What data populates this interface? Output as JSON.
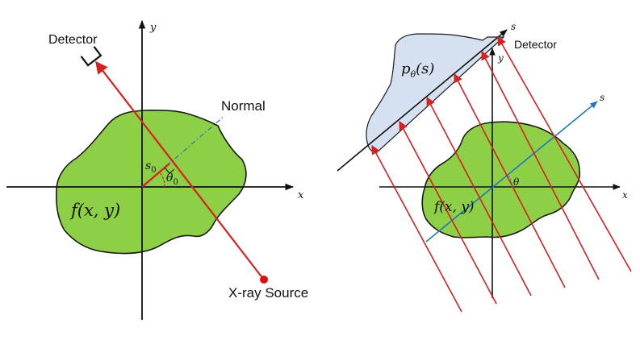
{
  "left_panel": {
    "detector_label": "Detector",
    "normal_label": "Normal",
    "source_label": "X-ray Source",
    "object_label": "f(x, y)",
    "s0_label": "s",
    "s0_sub": "0",
    "theta0_label": "θ",
    "theta0_sub": "0",
    "x_axis_label": "x",
    "y_axis_label": "y"
  },
  "right_panel": {
    "detector_label": "Detector",
    "projection_label": "p",
    "projection_sub": "θ",
    "projection_arg": "(s)",
    "object_label": "f(x, y)",
    "theta_label": "θ",
    "x_axis_label": "x",
    "y_axis_label": "y",
    "s_axis_label": "s",
    "detector_axis_label": "s"
  },
  "colors": {
    "object_fill": "#8dcf45",
    "projection_fill": "#d5e1f0",
    "ray": "#d82020",
    "normal": "#1f7ab8",
    "axis": "#111111"
  },
  "icons": {
    "detector": "detector-bracket-icon",
    "source": "xray-source-dot-icon",
    "arrow": "arrowhead-icon"
  }
}
